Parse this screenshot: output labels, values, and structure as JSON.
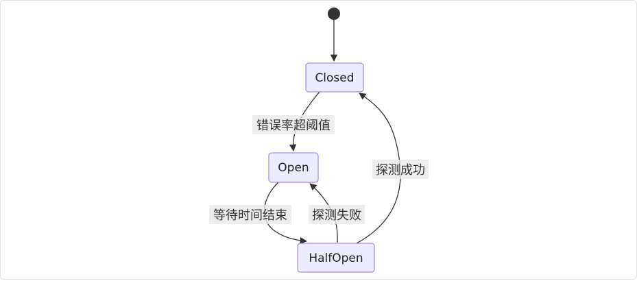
{
  "diagram": {
    "type": "state-diagram",
    "states": [
      {
        "id": "closed",
        "label": "Closed"
      },
      {
        "id": "open",
        "label": "Open"
      },
      {
        "id": "halfopen",
        "label": "HalfOpen"
      }
    ],
    "transitions": [
      {
        "from": "start",
        "to": "closed",
        "label": ""
      },
      {
        "from": "closed",
        "to": "open",
        "label": "错误率超阈值"
      },
      {
        "from": "open",
        "to": "halfopen",
        "label": "等待时间结束"
      },
      {
        "from": "halfopen",
        "to": "open",
        "label": "探测失败"
      },
      {
        "from": "halfopen",
        "to": "closed",
        "label": "探测成功"
      }
    ]
  }
}
